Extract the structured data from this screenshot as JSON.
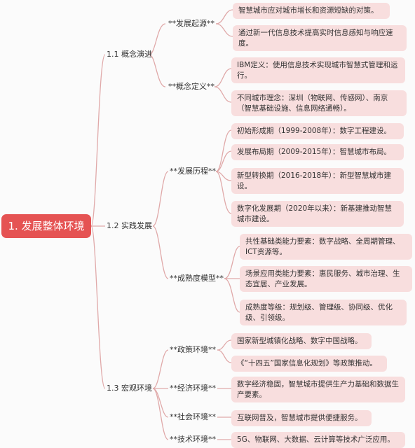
{
  "root": "1. 发展整体环境",
  "nodes": {
    "c1": "1.1 概念演进",
    "c2": "1.2 实践发展",
    "c3": "1.3 宏观环境",
    "s1": "**发展起源**",
    "s2": "**概念定义**",
    "s3": "**发展历程**",
    "s4": "**成熟度模型**",
    "s5": "**政策环境**",
    "s6": "**经济环境**",
    "s7": "**社会环境**",
    "s8": "**技术环境**"
  },
  "leaves": {
    "l1": "智慧城市应对城市增长和资源短缺的对策。",
    "l2": "通过新一代信息技术提高实时信息感知与响应速度。",
    "l3": "IBM定义：使用信息技术实现城市智慧式管理和运行。",
    "l4": "不同城市理念：深圳（物联网、传感网）、南京（智慧基础设施、信息网络通畅）。",
    "l5": "初始形成期（1999-2008年）：数字工程建设。",
    "l6": "发展布局期（2009-2015年）：智慧城市布局。",
    "l7": "新型转换期（2016-2018年）：新型智慧城市建设。",
    "l8": "数字化发展期（2020年以来）：新基建推动智慧城市建设。",
    "l9": "共性基础类能力要素：数字战略、全周期管理、ICT资源等。",
    "l10": "场景应用类能力要素：惠民服务、城市治理、生态宜居、产业发展。",
    "l11": "成熟度等级：规划级、管理级、协同级、优化级、引领级。",
    "l12": "国家新型城镇化战略、数字中国战略。",
    "l13": "《“十四五”国家信息化规划》等政策推动。",
    "l14": "数字经济稳固，智慧城市提供生产力基础和数据生产要素。",
    "l15": "互联网普及，智慧城市提供便捷服务。",
    "l16": "5G、物联网、大数据、云计算等技术广泛应用。"
  },
  "colors": {
    "root": "#e55353",
    "line": "#e0a9a9",
    "leaf": "#f8dede",
    "text": "#333333"
  }
}
